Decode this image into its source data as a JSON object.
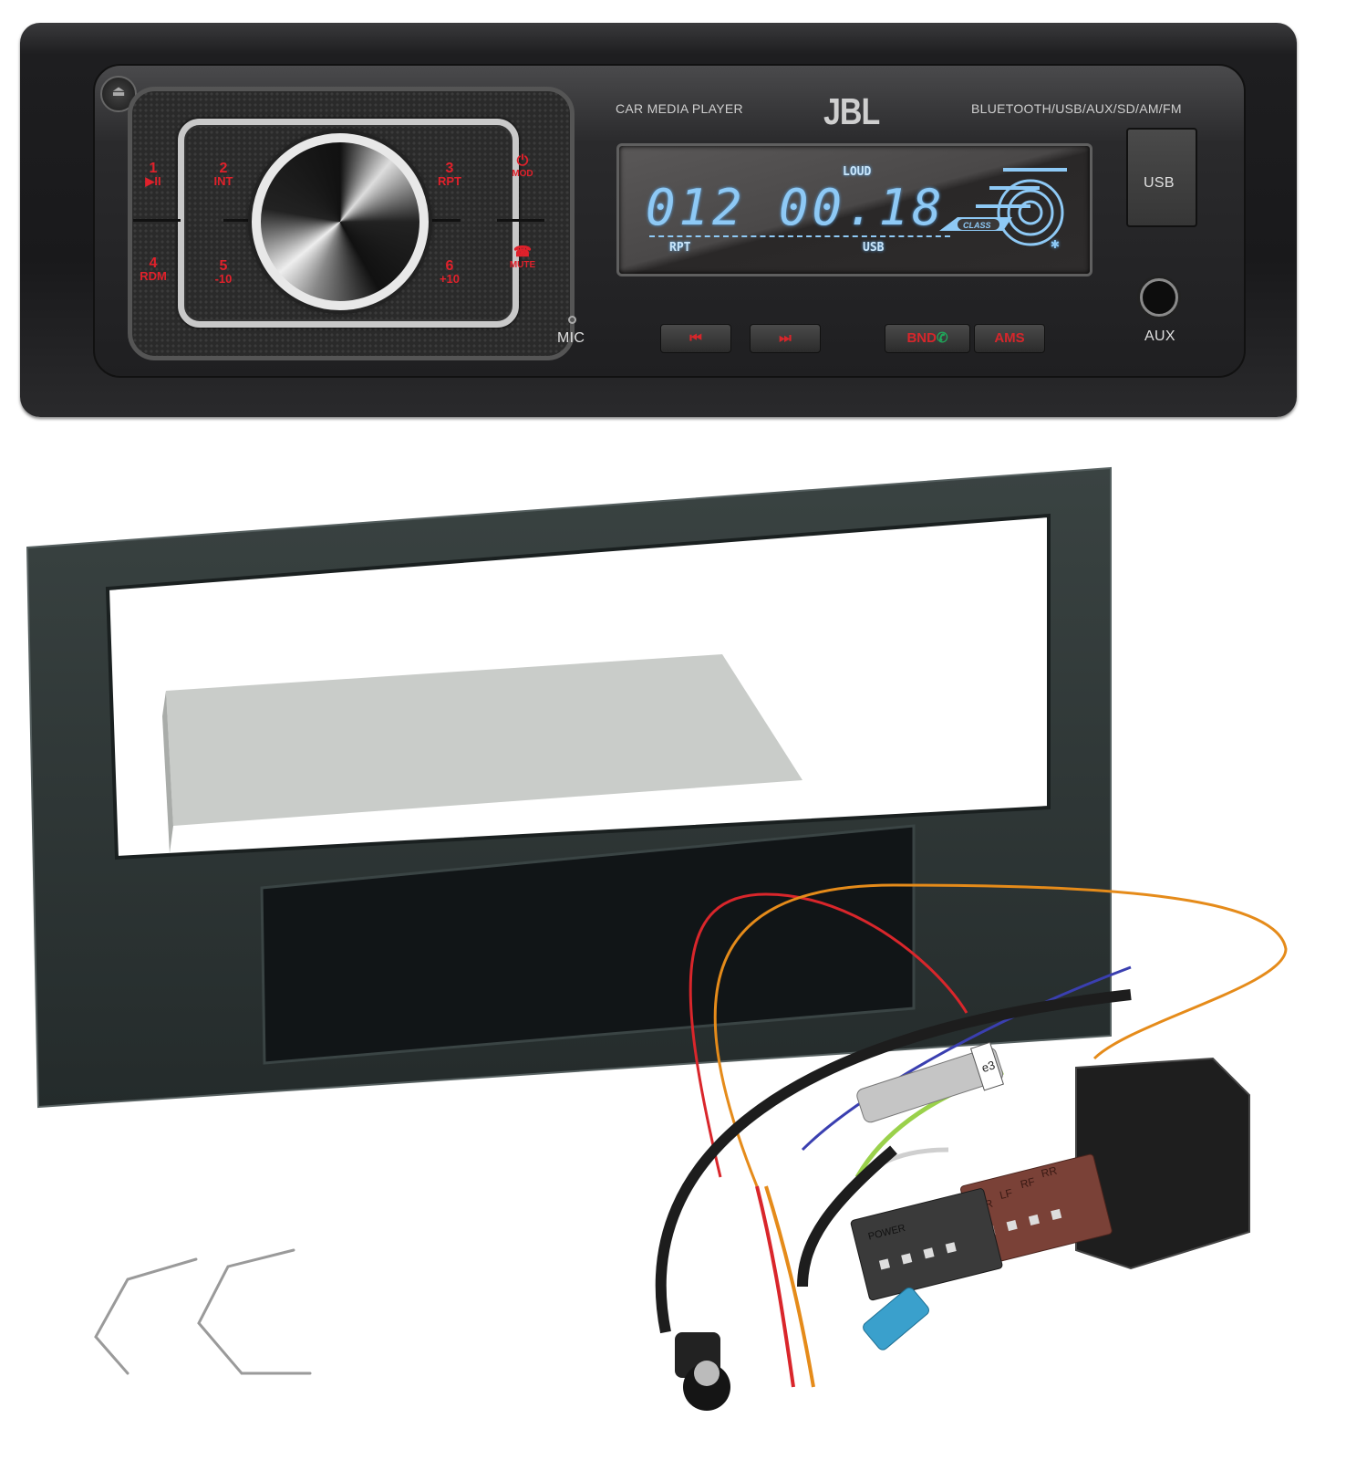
{
  "radio": {
    "brand": "JBL",
    "model_label": "CAR MEDIA PLAYER",
    "features_label": "BLUETOOTH/USB/AUX/SD/AM/FM",
    "display": {
      "digits": "012 00.18",
      "top_indicator": "LOUD",
      "left_indicator": "RPT",
      "source_indicator": "USB",
      "class_label": "CLASS",
      "bluetooth_icon": "bluetooth-icon",
      "color": "#8ec9f5"
    },
    "preset_keys": [
      {
        "num": "1",
        "label": "▶II"
      },
      {
        "num": "2",
        "label": "INT"
      },
      {
        "num": "3",
        "label": "RPT"
      },
      {
        "num": "4",
        "label": "RDM"
      },
      {
        "num": "5",
        "label": "-10"
      },
      {
        "num": "6",
        "label": "+10"
      }
    ],
    "side_keys": [
      {
        "icon": "power-icon",
        "label": "MOD"
      },
      {
        "icon": "hang-up-icon",
        "label": "MUTE"
      }
    ],
    "bottom_buttons": [
      {
        "label": "⏮"
      },
      {
        "label": "⏭"
      },
      {
        "label": "BND"
      },
      {
        "label": "AMS"
      }
    ],
    "call_icon": "phone-icon",
    "mic_label": "MIC",
    "usb_label": "USB",
    "aux_label": "AUX",
    "accent_color": "#e0212b"
  },
  "frame": {
    "color": "#2c3433",
    "pocket_color": "#111517",
    "cage_color": "#c9ccc9"
  },
  "harness": {
    "antenna_adapter_label": "e3",
    "speaker_connector_labels": [
      "LR",
      "LF",
      "RF",
      "RR"
    ],
    "power_connector_label": "POWER",
    "speaker_connector_color": "#7a4137",
    "power_connector_color": "#3a3a3a",
    "fakra_color": "#3aa0cc"
  },
  "release_tools": {
    "count": 2,
    "color": "#9a9a9a"
  }
}
